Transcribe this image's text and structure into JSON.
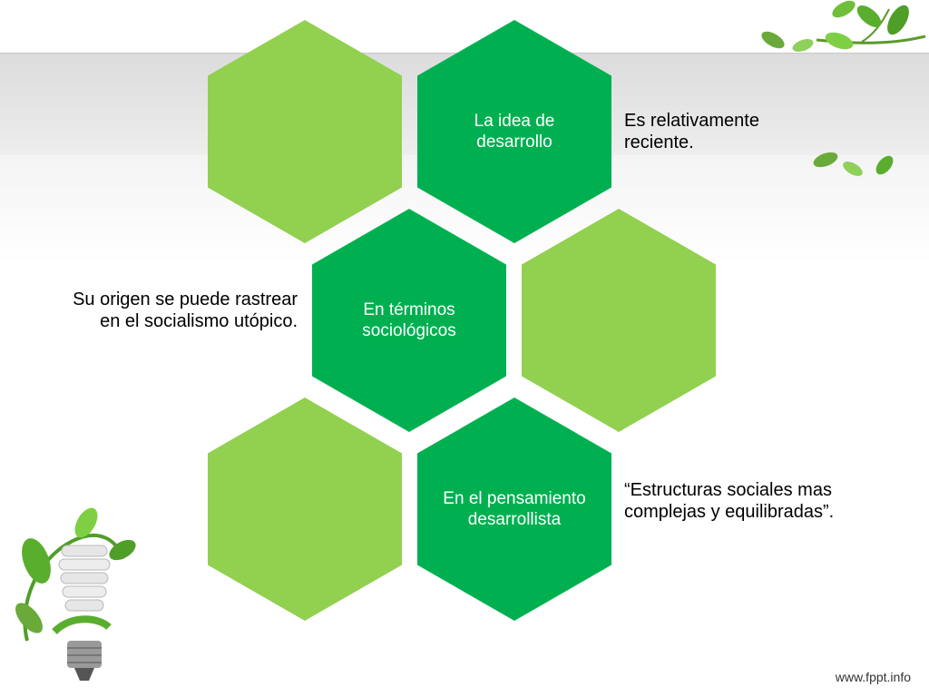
{
  "hexagons": {
    "top_label": "La idea de desarrollo",
    "middle_label": "En términos sociológicos",
    "bottom_label": "En el pensamiento desarrollista"
  },
  "notes": {
    "top": "Es relativamente reciente.",
    "middle": "Su origen se puede rastrear en el socialismo utópico.",
    "bottom": "“Estructuras sociales mas complejas y equilibradas”."
  },
  "footer": {
    "url": "www.fppt.info"
  },
  "colors": {
    "dark_green": "#00b050",
    "light_green": "#92d050"
  },
  "icons": [
    "leaf-branch-icon",
    "lightbulb-icon"
  ]
}
